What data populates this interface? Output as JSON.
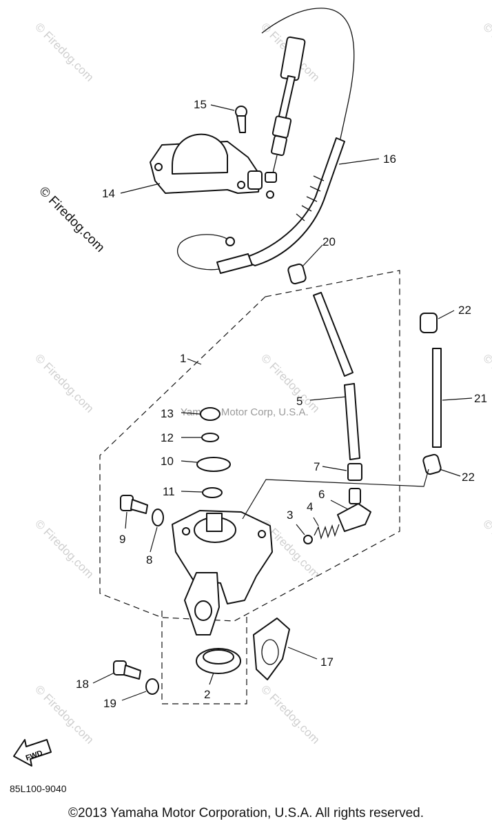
{
  "diagram": {
    "code": "85L100-9040",
    "copyright": "©2013 Yamaha Motor Corporation, U.S.A. All rights reserved.",
    "watermark_center": "Yamaha Motor Corp, U.S.A.",
    "watermarks": {
      "w1": "© Firedog.com",
      "w2": "© Firedog.com",
      "w3": "© Firedog.com",
      "w4": "© Firedog.com",
      "w5": "© Firedog.com",
      "w6": "© Firedog.com",
      "w7": "© Firedog.com",
      "w8": "© Firedog.com",
      "w9": "© Firedog.com",
      "w10": "© Firedog.com",
      "w11": "© Firedog.com",
      "w12": "© Firedog.com"
    },
    "fwd_label": "FWD",
    "callouts": {
      "c1": "1",
      "c2": "2",
      "c3": "3",
      "c4": "4",
      "c5": "5",
      "c6": "6",
      "c7": "7",
      "c8": "8",
      "c9": "9",
      "c10": "10",
      "c11": "11",
      "c12": "12",
      "c13": "13",
      "c14": "14",
      "c15": "15",
      "c16": "16",
      "c17": "17",
      "c18": "18",
      "c19": "19",
      "c20": "20",
      "c21": "21",
      "c22a": "22",
      "c22b": "22"
    }
  }
}
